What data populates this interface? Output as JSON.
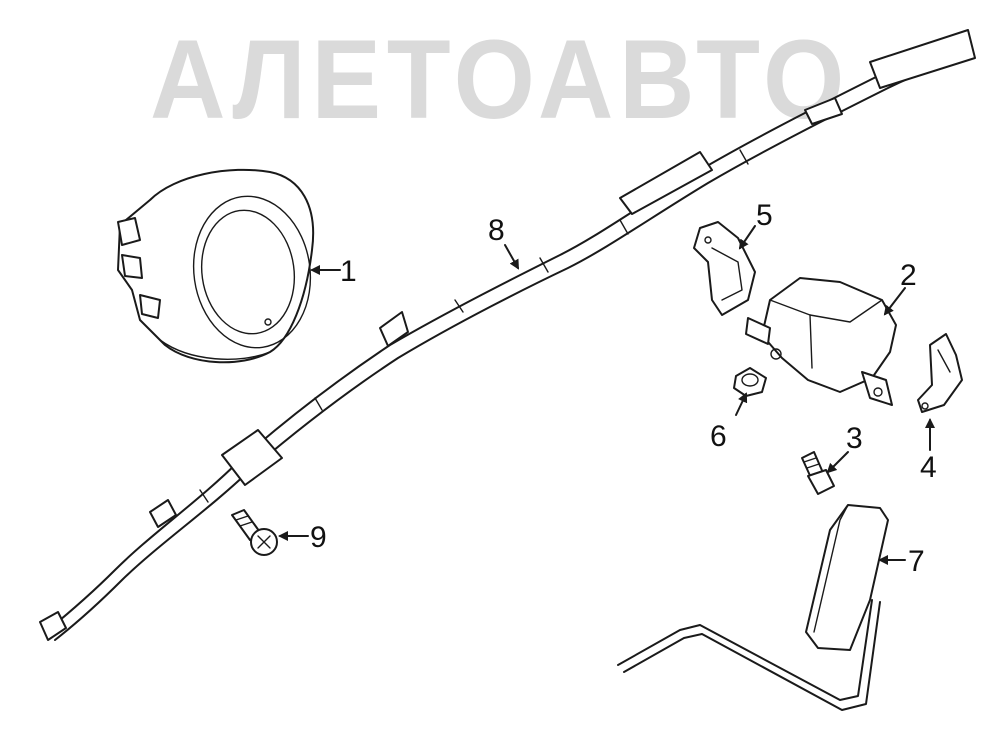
{
  "watermark": {
    "text": "АЛЕТОАВТО",
    "color": "#d6d6d6"
  },
  "line_color": "#1a1a1a",
  "callouts": [
    {
      "id": "1",
      "label": "1"
    },
    {
      "id": "2",
      "label": "2"
    },
    {
      "id": "3",
      "label": "3"
    },
    {
      "id": "4",
      "label": "4"
    },
    {
      "id": "5",
      "label": "5"
    },
    {
      "id": "6",
      "label": "6"
    },
    {
      "id": "7",
      "label": "7"
    },
    {
      "id": "8",
      "label": "8"
    },
    {
      "id": "9",
      "label": "9"
    }
  ]
}
